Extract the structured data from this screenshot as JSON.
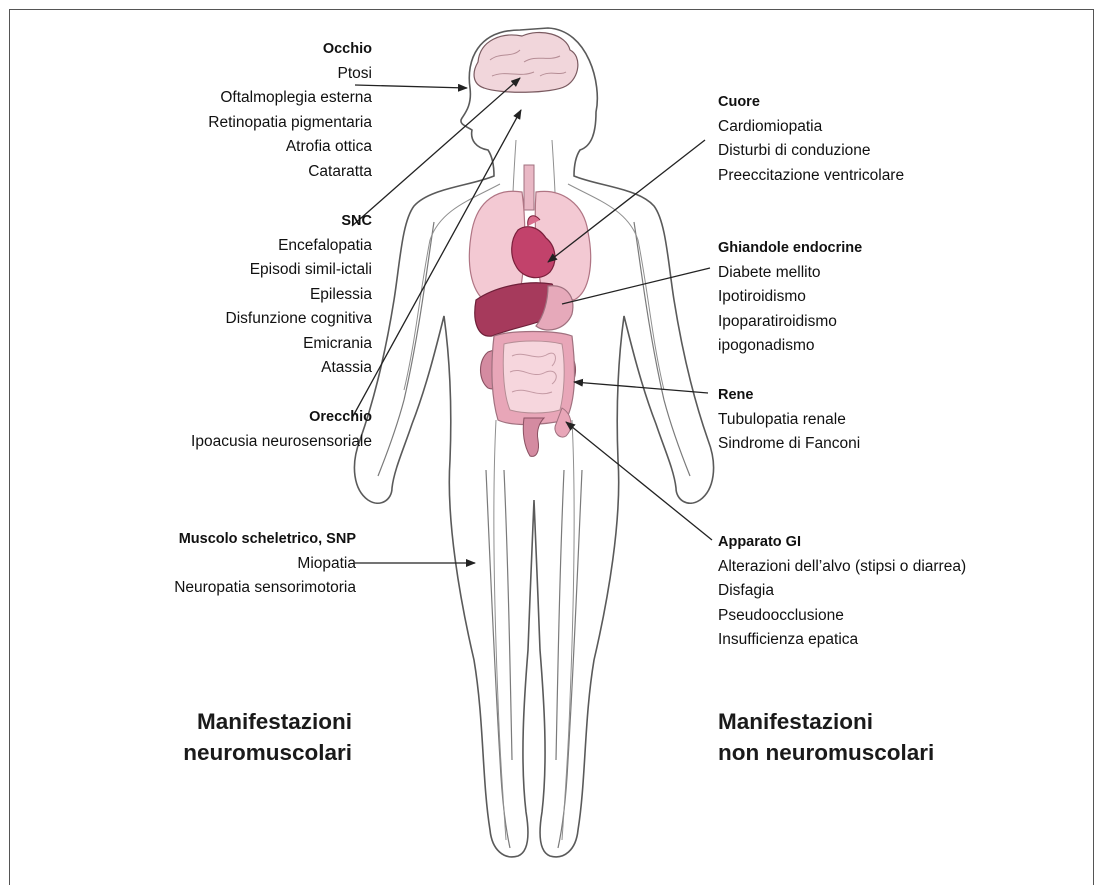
{
  "left_groups": [
    {
      "id": "occhio",
      "heading": "Occhio",
      "items": [
        "Ptosi",
        "Oftalmoplegia esterna",
        "Retinopatia pigmentaria",
        "Atrofia ottica",
        "Cataratta"
      ]
    },
    {
      "id": "snc",
      "heading": "SNC",
      "items": [
        "Encefalopatia",
        "Episodi simil-ictali",
        "Epilessia",
        "Disfunzione cognitiva",
        "Emicrania",
        "Atassia"
      ]
    },
    {
      "id": "orecchio",
      "heading": "Orecchio",
      "items": [
        "Ipoacusia neurosensoriale"
      ]
    },
    {
      "id": "muscolo",
      "heading": "Muscolo scheletrico, SNP",
      "items": [
        "Miopatia",
        "Neuropatia sensorimotoria"
      ]
    }
  ],
  "right_groups": [
    {
      "id": "cuore",
      "heading": "Cuore",
      "items": [
        "Cardiomiopatia",
        "Disturbi di conduzione",
        "Preeccitazione ventricolare"
      ]
    },
    {
      "id": "ghiandole",
      "heading": "Ghiandole endocrine",
      "items": [
        "Diabete mellito",
        "Ipotiroidismo",
        "Ipoparatiroidismo",
        "ipogonadismo"
      ]
    },
    {
      "id": "rene",
      "heading": "Rene",
      "items": [
        "Tubulopatia renale",
        "Sindrome di Fanconi"
      ]
    },
    {
      "id": "gi",
      "heading": "Apparato GI",
      "items": [
        "Alterazioni dell’alvo (stipsi o diarrea)",
        "Disfagia",
        "Pseudoocclusione",
        "Insufficienza epatica"
      ]
    }
  ],
  "section_titles": {
    "left_line1": "Manifestazioni",
    "left_line2": "neuromuscolari",
    "right_line1": "Manifestazioni",
    "right_line2": "non neuromuscolari"
  },
  "colors": {
    "outline": "#5a5a5a",
    "brain": "#f1d6db",
    "lungs": "#f3c9d3",
    "heart": "#c2426b",
    "liver": "#a63a5c",
    "kidney": "#d48ba1",
    "intestine": "#f4c7d0",
    "colon": "#e8a6b8",
    "arrow": "#222222"
  }
}
